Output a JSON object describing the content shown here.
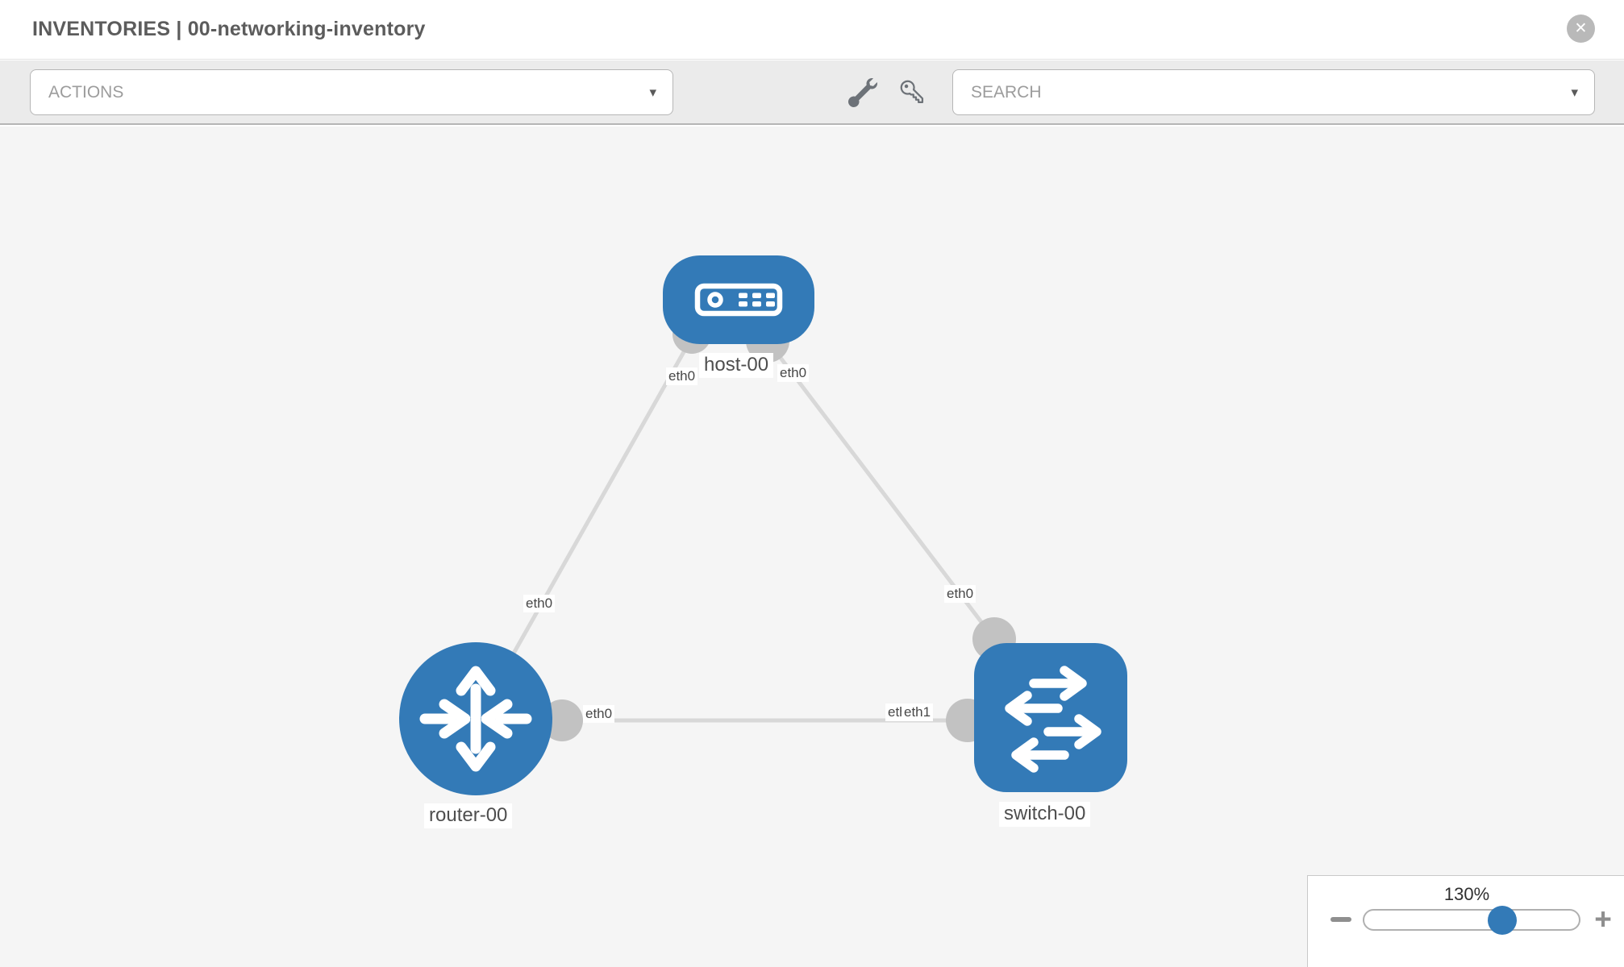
{
  "header": {
    "title": "INVENTORIES | 00-networking-inventory",
    "close_glyph": "✕"
  },
  "toolbar": {
    "actions_label": "ACTIONS",
    "search_placeholder": "SEARCH",
    "caret_glyph": "▾"
  },
  "topology": {
    "nodes": [
      {
        "id": "host-00",
        "type": "host",
        "label": "host-00"
      },
      {
        "id": "router-00",
        "type": "router",
        "label": "router-00"
      },
      {
        "id": "switch-00",
        "type": "switch",
        "label": "switch-00"
      }
    ],
    "links": [
      {
        "from": "host-00",
        "to": "router-00",
        "from_iface": "eth0",
        "to_iface": "eth0"
      },
      {
        "from": "host-00",
        "to": "switch-00",
        "from_iface": "eth0",
        "to_iface": "eth0"
      },
      {
        "from": "router-00",
        "to": "switch-00",
        "from_iface": "eth0",
        "to_iface": "eth1"
      }
    ],
    "iface_labels": {
      "host_left": "eth0",
      "host_right": "eth0",
      "router_link": "eth0",
      "switch_top": "eth0",
      "router_side": "eth0",
      "switch_side_under": "eth0",
      "switch_side_over": "eth1"
    }
  },
  "zoom_control": {
    "level": "130%",
    "minus_glyph": "−",
    "plus_glyph": "+"
  },
  "colors": {
    "accent_blue": "#337ab7",
    "canvas_bg": "#f5f5f5",
    "toolbar_bg": "#ebebeb",
    "link_gray": "#d8d8d8",
    "port_gray": "#c2c2c2"
  }
}
